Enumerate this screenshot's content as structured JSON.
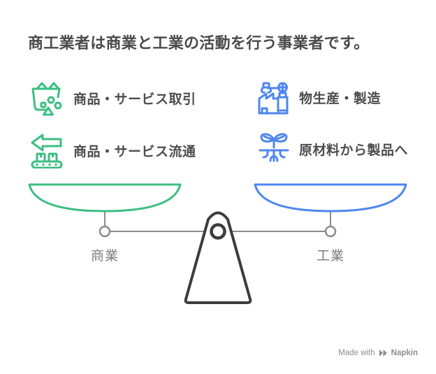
{
  "title": "商工業者は商業と工業の活動を行う事業者です。",
  "colors": {
    "green": "#3DBE82",
    "blue": "#4E86EE",
    "title_text": "#4A4A4A",
    "item_text": "#4D4D4D",
    "scale_gray": "#8C8C8C",
    "fulcrum": "#3D3D3D",
    "pan_label": "#7C7C7C",
    "watermark": "#8E8E8E"
  },
  "left_column": {
    "items": [
      {
        "icon": "shopping-basket-icon",
        "label": "商品・サービス取引"
      },
      {
        "icon": "conveyor-belt-arrow-icon",
        "label": "商品・サービス流通"
      }
    ]
  },
  "right_column": {
    "items": [
      {
        "icon": "factory-icon",
        "label": "物生産・製造"
      },
      {
        "icon": "seedling-roots-icon",
        "label": "原材料から製品へ"
      }
    ]
  },
  "scale": {
    "left_pan_label": "商業",
    "right_pan_label": "工業"
  },
  "watermark": {
    "prefix": "Made with",
    "brand": "Napkin",
    "icon": "napkin-logo-icon"
  }
}
